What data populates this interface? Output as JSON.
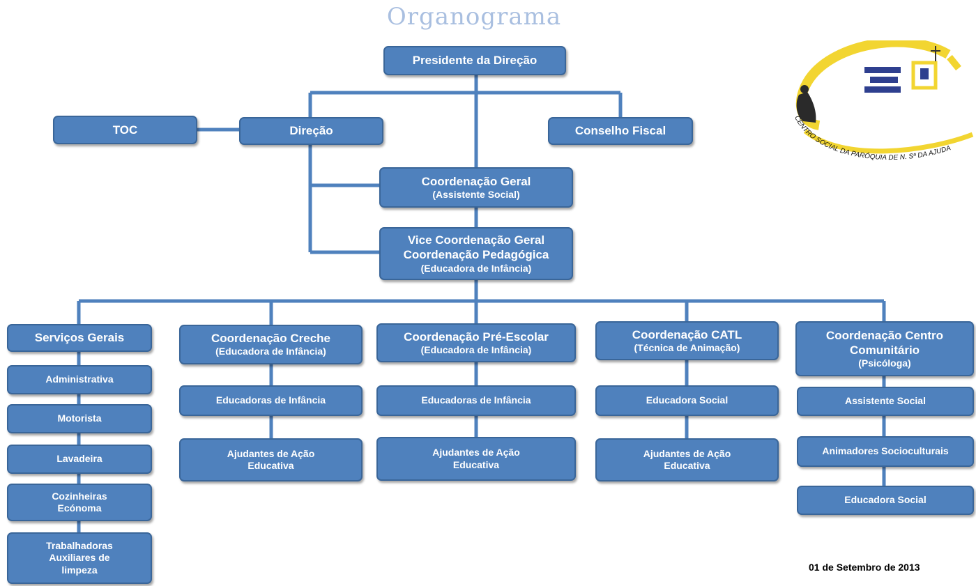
{
  "title": "Organograma",
  "date": "01 de Setembro de 2013",
  "logo": {
    "text": "CENTRO SOCIAL DA PARÓQUIA DE N. Sª DA AJUDA"
  },
  "top": {
    "presidente": "Presidente da Direção",
    "toc": "TOC",
    "direcao": "Direção",
    "conselho": "Conselho Fiscal",
    "coord_geral": {
      "line1": "Coordenação Geral",
      "line2": "(Assistente Social)"
    },
    "vice": {
      "line1": "Vice Coordenação Geral",
      "line2": "Coordenação Pedagógica",
      "line3": "(Educadora de Infância)"
    }
  },
  "col1": {
    "head": "Serviços Gerais",
    "items": [
      "Administrativa",
      "Motorista",
      "Lavadeira",
      "Cozinheiras Ecónoma",
      "Trabalhadoras Auxiliares de limpeza"
    ]
  },
  "col2": {
    "head1": "Coordenação Creche",
    "head2": "(Educadora de Infância)",
    "items": [
      "Educadoras de Infância",
      "Ajudantes de Ação Educativa"
    ]
  },
  "col3": {
    "head1": "Coordenação Pré-Escolar",
    "head2": "(Educadora de Infância)",
    "items": [
      "Educadoras de Infância",
      "Ajudantes de Ação Educativa"
    ]
  },
  "col4": {
    "head1": "Coordenação CATL",
    "head2": "(Técnica de Animação)",
    "items": [
      "Educadora Social",
      "Ajudantes de Ação Educativa"
    ]
  },
  "col5": {
    "head1": "Coordenação Centro",
    "head2": "Comunitário",
    "head3": "(Psicóloga)",
    "items": [
      "Assistente Social",
      "Animadores Socioculturais",
      "Educadora Social"
    ]
  },
  "colors": {
    "box": "#4f81bd",
    "line": "#4f81bd",
    "title": "#a9bfe0",
    "logo_yellow": "#f2d531",
    "logo_blue": "#2e3f8f"
  }
}
